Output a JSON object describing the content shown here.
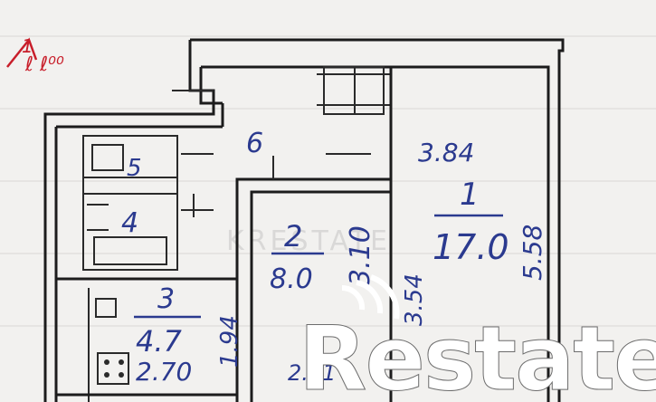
{
  "annotation": {
    "mark": "1",
    "text": "ℓ ℓ⁰⁰",
    "color": "#c81e2a"
  },
  "rooms": [
    {
      "id": "room-1",
      "number": "1",
      "area": "17.0"
    },
    {
      "id": "room-2",
      "number": "2",
      "area": "8.0"
    },
    {
      "id": "room-3",
      "number": "3",
      "area": "4.7"
    },
    {
      "id": "room-4",
      "number": "4"
    },
    {
      "id": "room-5",
      "number": "5"
    },
    {
      "id": "room-6",
      "number": "6"
    }
  ],
  "dimensions": {
    "room1_width": "3.84",
    "room1_length": "5.58",
    "room1_inner": "3.54",
    "room2_side": "3.10",
    "room3_height": "1.94",
    "room3_width": "2.70",
    "bottom_partial": "2.51"
  },
  "watermark": {
    "text": "Restate",
    "background": "KRESTATE"
  },
  "colors": {
    "ink": "#2b3a8f",
    "walls": "#1c1c1c",
    "paper": "#f2f1ef"
  }
}
